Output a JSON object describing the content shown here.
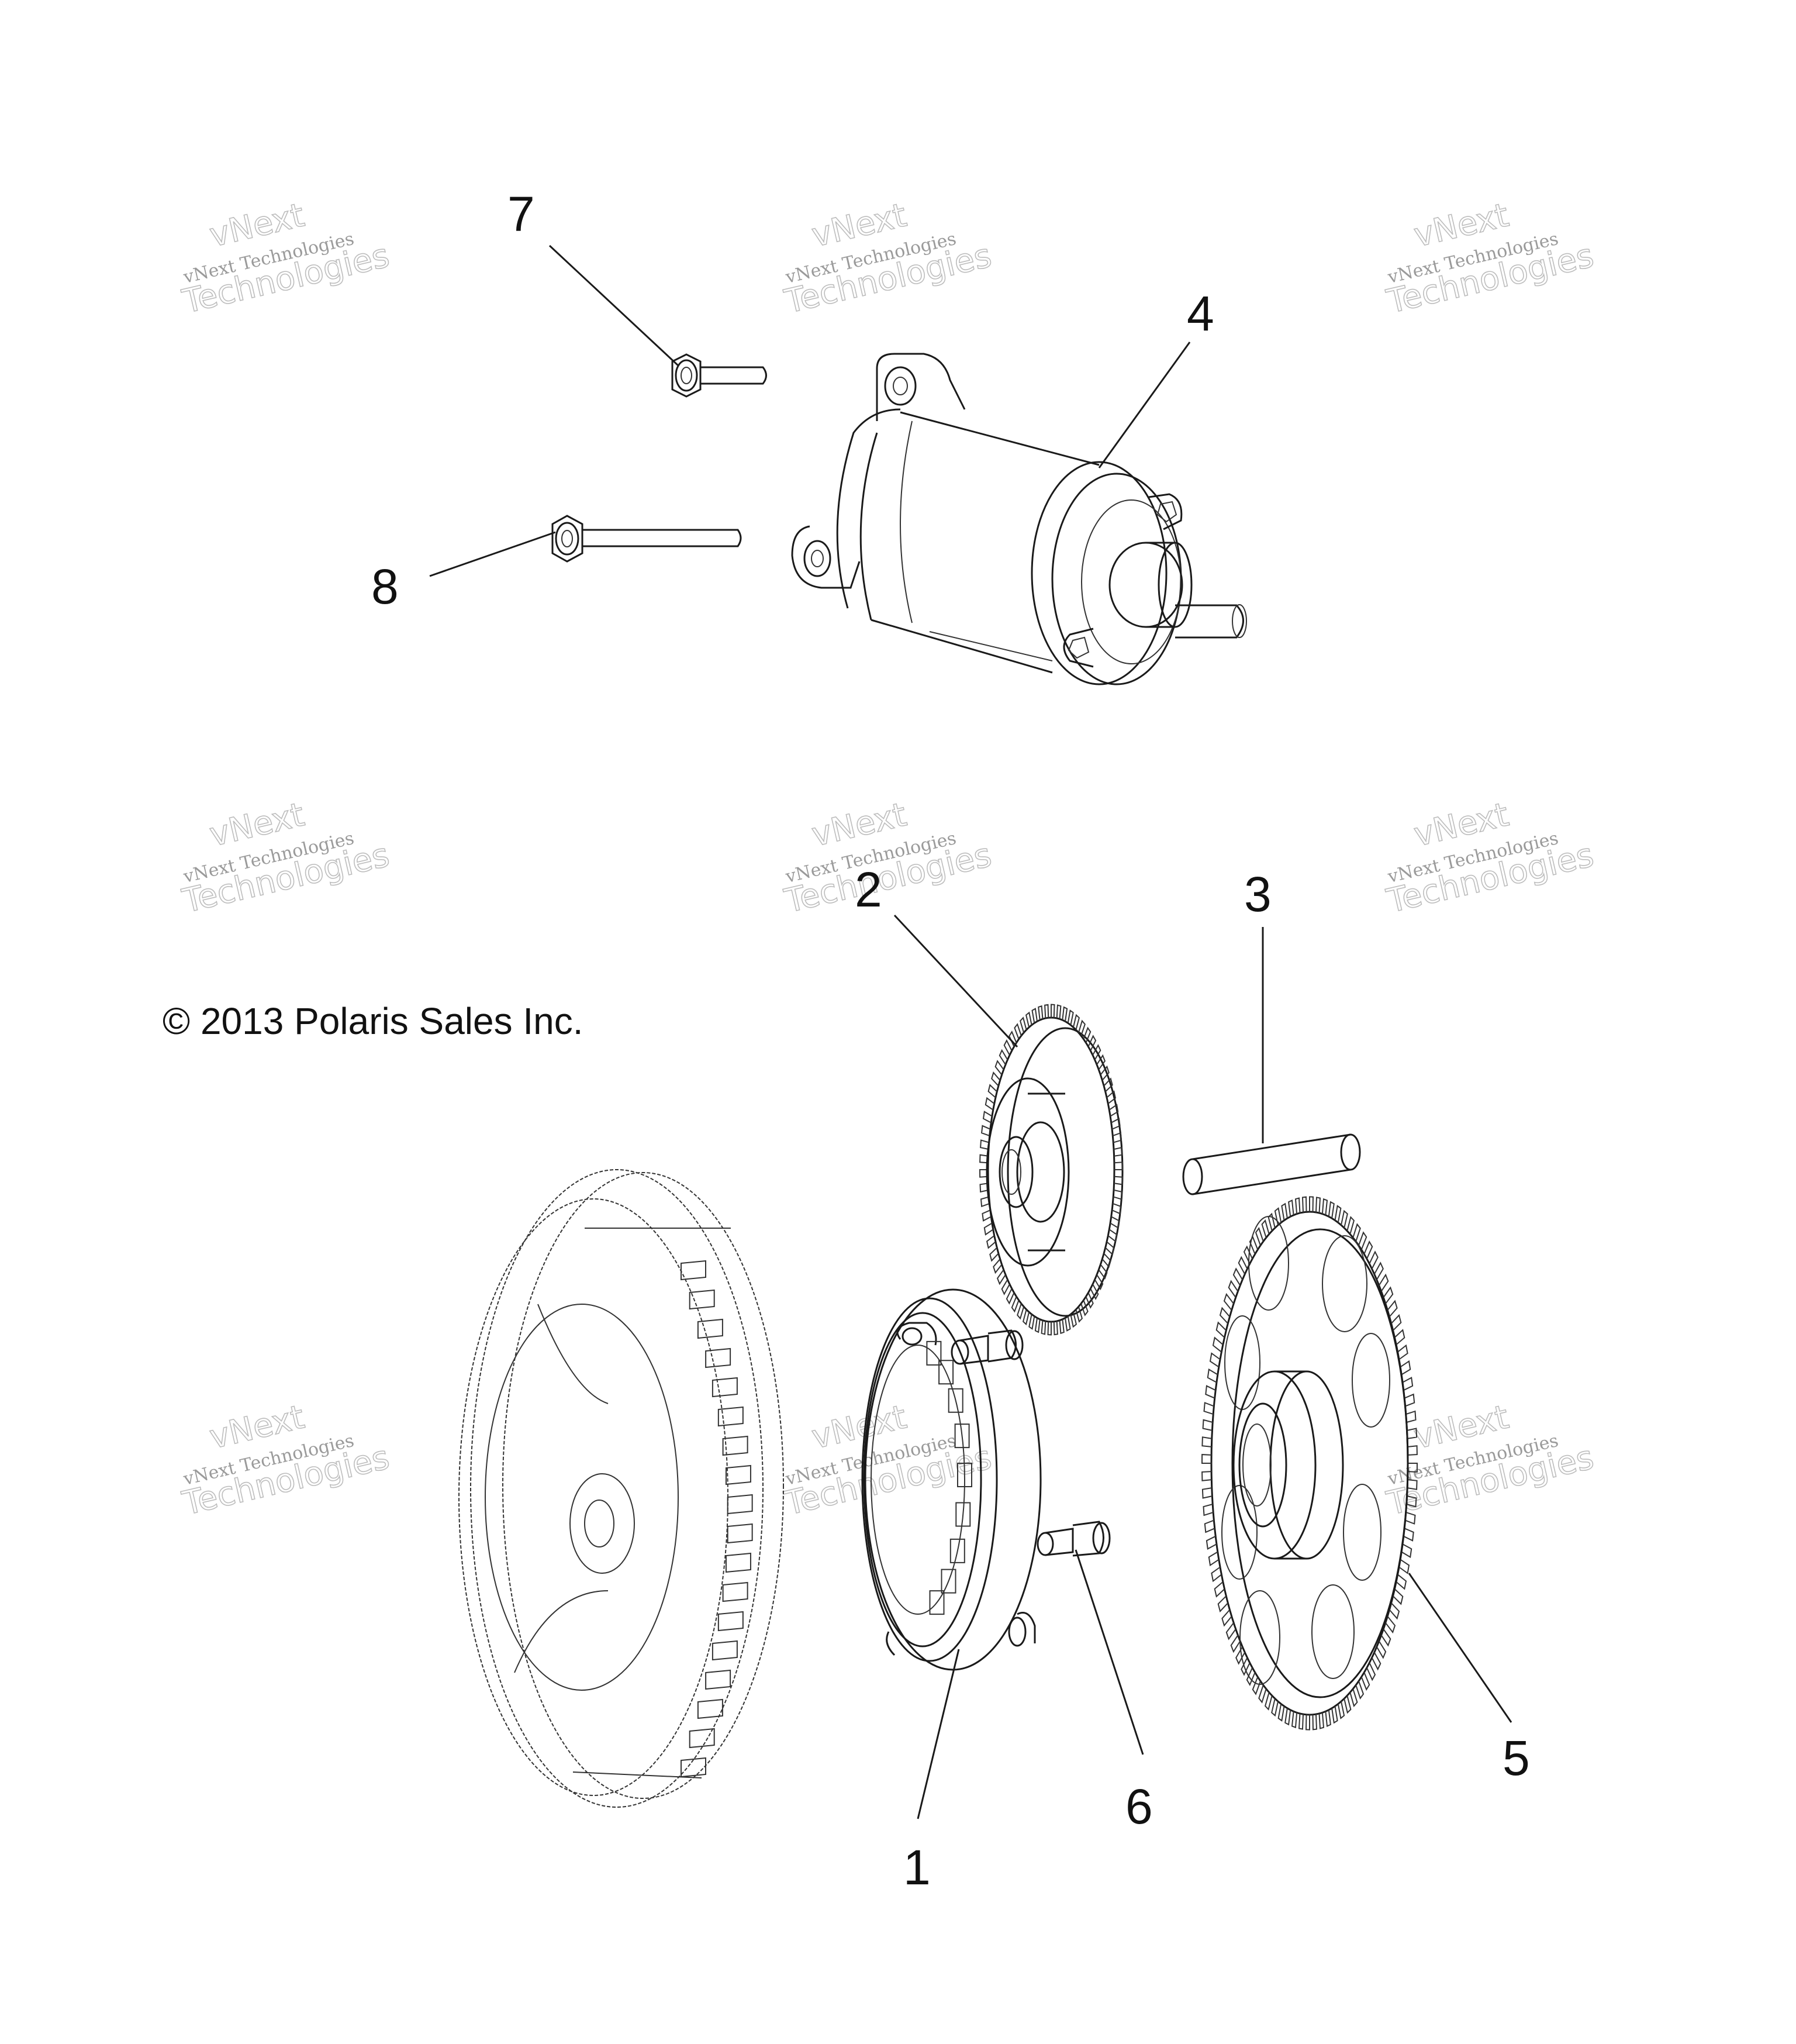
{
  "copyright": "© 2013 Polaris Sales Inc.",
  "watermark": {
    "line1": "vNext Technologies",
    "line2": "vNext",
    "line3": "Technologies"
  },
  "callouts": {
    "part1": "1",
    "part2": "2",
    "part3": "3",
    "part4": "4",
    "part5": "5",
    "part6": "6",
    "part7": "7",
    "part8": "8"
  }
}
